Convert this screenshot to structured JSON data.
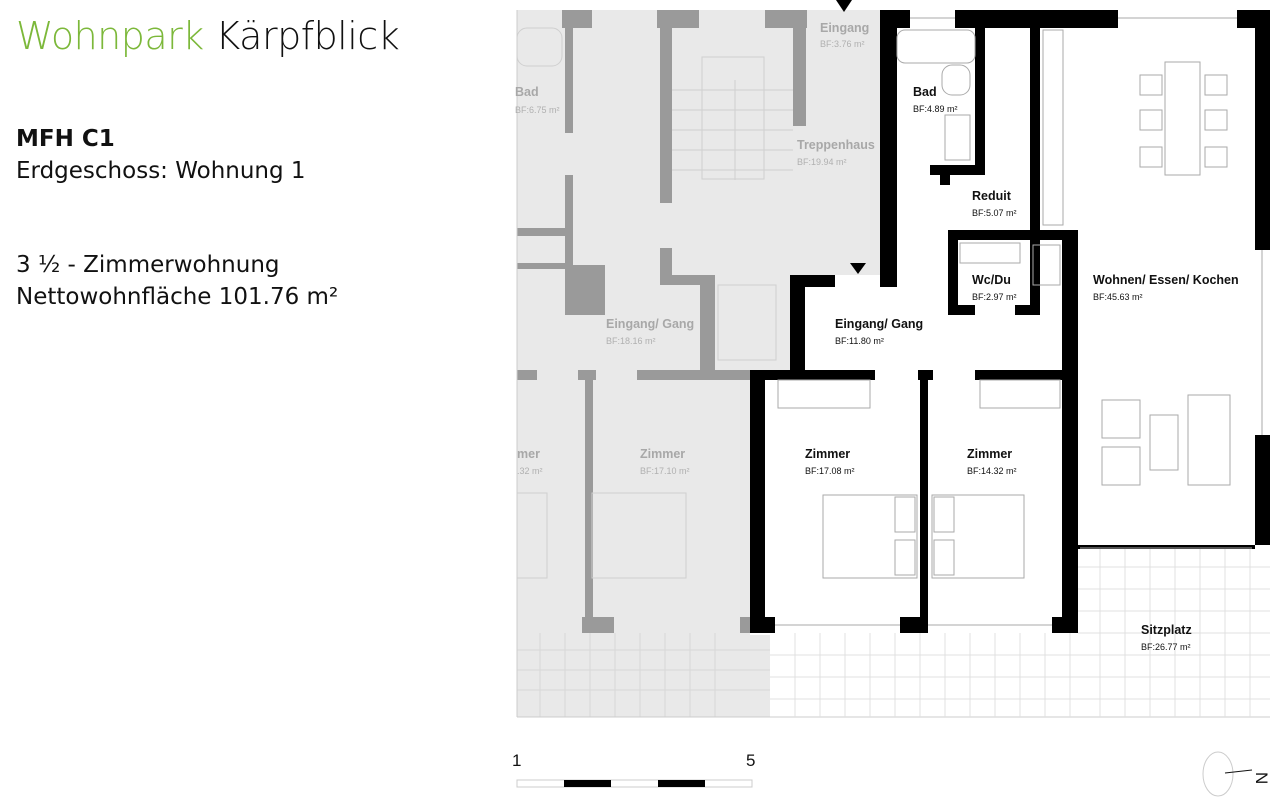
{
  "header": {
    "title_part1": "Wohnpark",
    "title_part2": "Kärpfblick",
    "building": "MFH C1",
    "floor": "Erdgeschoss: Wohnung 1",
    "rooms": "3 ½ - Zimmerwohnung",
    "net_area": "Nettowohnfläche 101.76 m²"
  },
  "colors": {
    "accent": "#7cb83a",
    "wall": "#000000",
    "neighbor_wall": "#9a9a9a",
    "neighbor_fill": "#e9e9e9"
  },
  "plan": {
    "neighbor_rooms": [
      {
        "name": "Eingang",
        "area": "BF:3.76 m²"
      },
      {
        "name": "Bad",
        "area": "BF:6.75 m²"
      },
      {
        "name": "Treppenhaus",
        "area": "BF:19.94 m²"
      },
      {
        "name": "Eingang/ Gang",
        "area": "BF:18.16 m²"
      },
      {
        "name": "mer",
        "area": ".32 m²"
      },
      {
        "name": "Zimmer",
        "area": "BF:17.10 m²"
      }
    ],
    "rooms": [
      {
        "name": "Bad",
        "area": "BF:4.89 m²"
      },
      {
        "name": "Reduit",
        "area": "BF:5.07 m²"
      },
      {
        "name": "Wc/Du",
        "area": "BF:2.97 m²"
      },
      {
        "name": "Wohnen/ Essen/ Kochen",
        "area": "BF:45.63 m²"
      },
      {
        "name": "Eingang/ Gang",
        "area": "BF:11.80 m²"
      },
      {
        "name": "Zimmer",
        "area": "BF:17.08 m²"
      },
      {
        "name": "Zimmer",
        "area": "BF:14.32 m²"
      },
      {
        "name": "Sitzplatz",
        "area": "BF:26.77 m²"
      }
    ]
  },
  "scale_bar": {
    "start": "1",
    "end": "5"
  },
  "compass": {
    "north": "N"
  }
}
